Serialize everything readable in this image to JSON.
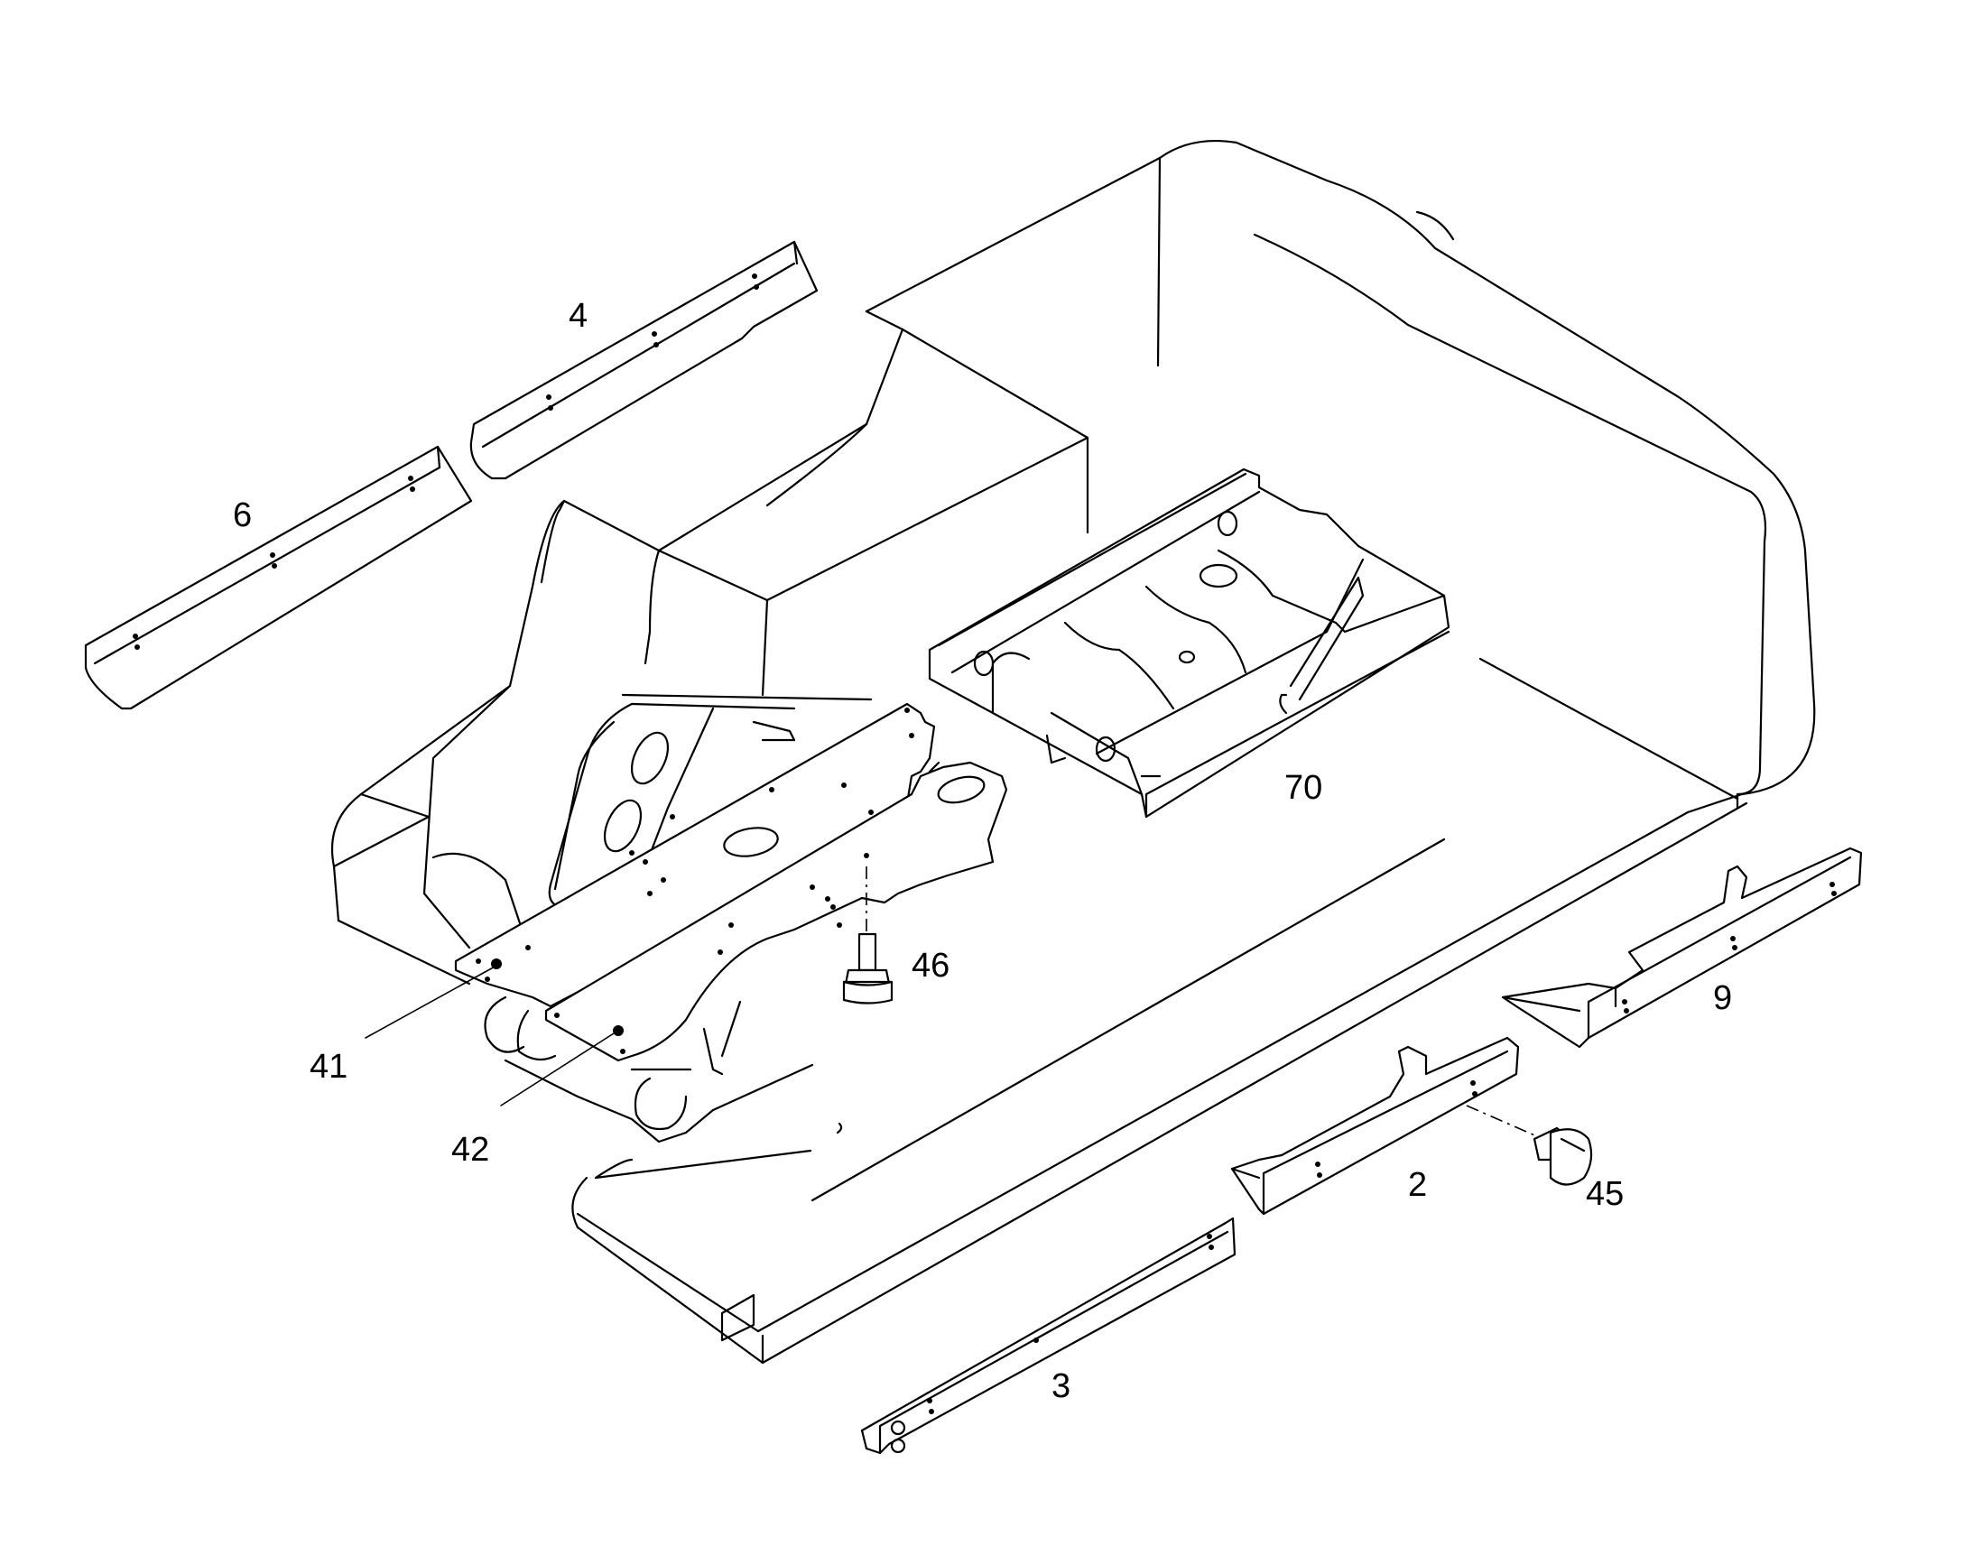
{
  "callouts": [
    {
      "id": "p4",
      "label": "4"
    },
    {
      "id": "p6",
      "label": "6"
    },
    {
      "id": "p70",
      "label": "70"
    },
    {
      "id": "p46",
      "label": "46"
    },
    {
      "id": "p41",
      "label": "41"
    },
    {
      "id": "p42",
      "label": "42"
    },
    {
      "id": "p9",
      "label": "9"
    },
    {
      "id": "p2",
      "label": "2"
    },
    {
      "id": "p45",
      "label": "45"
    },
    {
      "id": "p3",
      "label": "3"
    }
  ]
}
